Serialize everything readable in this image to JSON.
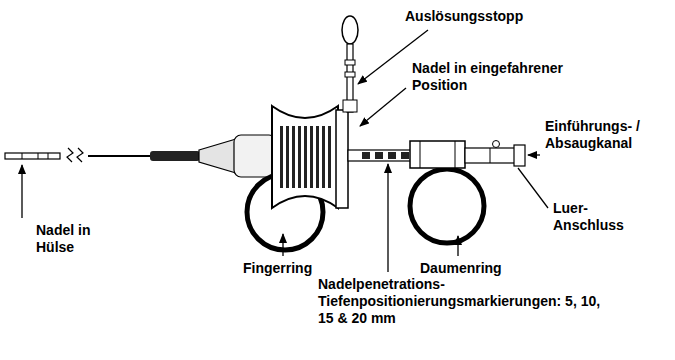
{
  "diagram": {
    "labels": [
      "Auslösungsstopp",
      "Nadel in eingefahrener Position",
      "Einführungs- / Absaugkanal",
      "Luer- Anschluss",
      "Nadel in Hülse",
      "Fingerring",
      "Daumenring",
      "Nadelpenetrations- Tiefenpositionierungsmarkierungen: 5, 10, 15 & 20 mm"
    ]
  }
}
